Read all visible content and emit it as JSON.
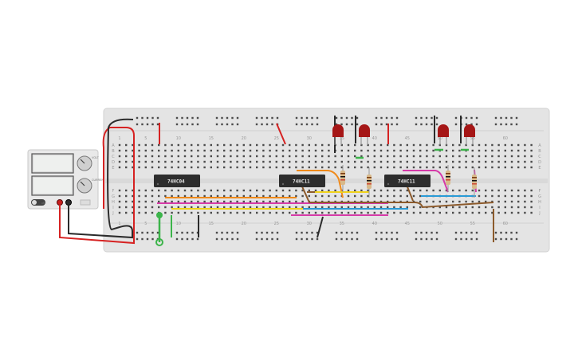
{
  "workspace": {
    "background": "#ffffff",
    "breadboard_color": "#e3e3e3"
  },
  "power_supply": {
    "name": "power-supply",
    "off_label": "off",
    "knob_labels": [
      "VOLT",
      "CURRENT"
    ],
    "terminal_colors": [
      "#cc1f1f",
      "#333333"
    ]
  },
  "breadboard": {
    "column_numbers": [
      "1",
      "5",
      "10",
      "15",
      "20",
      "25",
      "30",
      "35",
      "40",
      "45",
      "50",
      "55",
      "60"
    ],
    "row_letters_top": [
      "A",
      "B",
      "C",
      "D",
      "E"
    ],
    "row_letters_bottom": [
      "F",
      "G",
      "H",
      "I",
      "J"
    ]
  },
  "chips": [
    {
      "label": "74HC04"
    },
    {
      "label": "74HC11"
    },
    {
      "label": "74HC11"
    }
  ],
  "leds": {
    "count": 4,
    "color": "#a51616"
  },
  "resistors": {
    "count": 4,
    "body_color": "#d8b98a"
  },
  "wire_colors": {
    "red": "#d62222",
    "black": "#2b2b2b",
    "orange": "#f08a1a",
    "yellow": "#f0d21a",
    "magenta": "#d63aa8",
    "blue": "#2a9bd6",
    "brown": "#8c5a2b",
    "green": "#3cb44a"
  }
}
